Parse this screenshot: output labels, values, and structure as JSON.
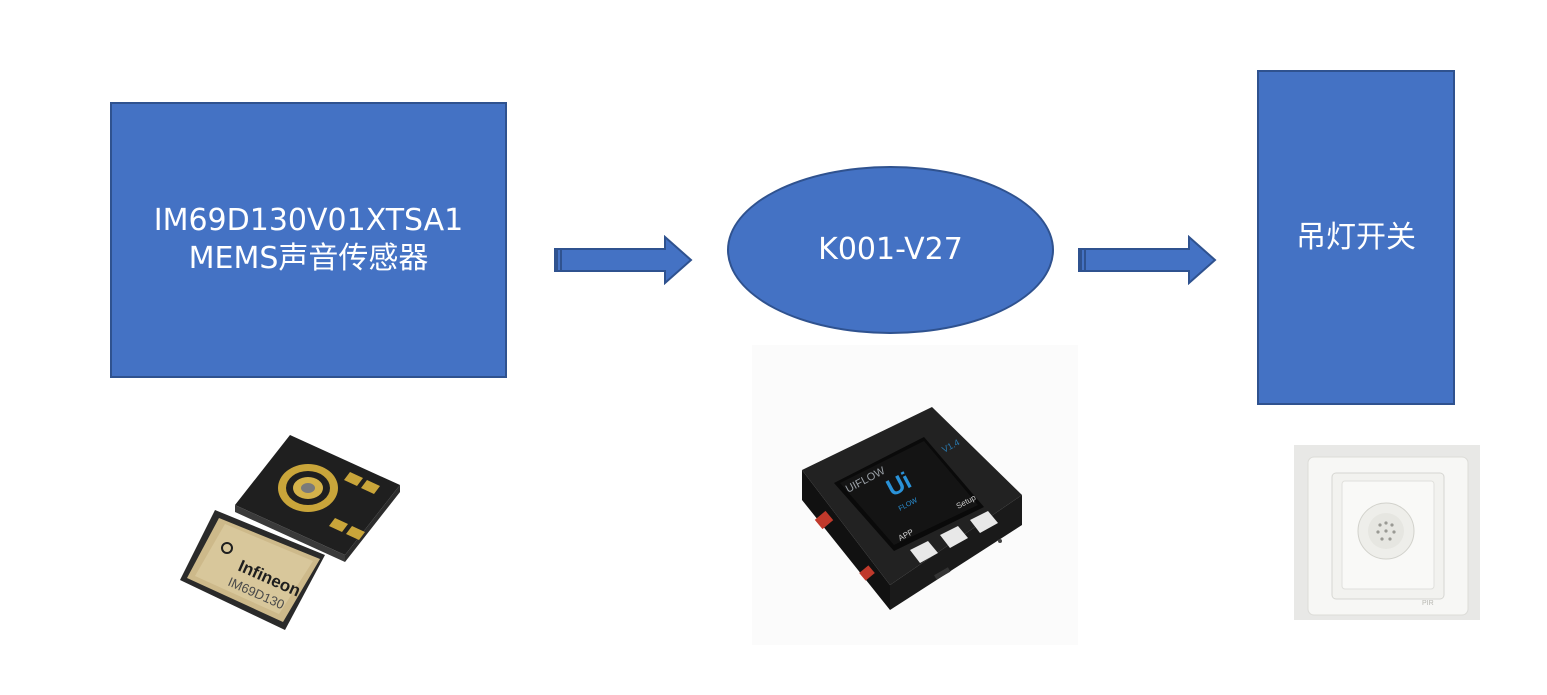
{
  "diagram": {
    "nodes": [
      {
        "id": "sensor",
        "shape": "rectangle",
        "lines": [
          "IM69D130V01XTSA1",
          "MEMS声音传感器"
        ]
      },
      {
        "id": "controller",
        "shape": "ellipse",
        "lines": [
          "K001-V27"
        ]
      },
      {
        "id": "switch",
        "shape": "rectangle",
        "lines": [
          "吊灯开关"
        ]
      }
    ],
    "edges": [
      {
        "from": "sensor",
        "to": "controller"
      },
      {
        "from": "controller",
        "to": "switch"
      }
    ],
    "colors": {
      "node_fill": "#4472c4",
      "node_border": "#2f528f",
      "node_text": "#ffffff"
    }
  },
  "photos": {
    "mems": {
      "brand": "Infineon",
      "part": "IM69D130"
    },
    "core2": {
      "brand": "UIFLOW",
      "version": "V1.4",
      "logo": "Ui",
      "logo_sub": "FLOW",
      "btn_app": "APP",
      "btn_setup": "Setup"
    },
    "wall_switch": {
      "brand": "PIR"
    }
  }
}
